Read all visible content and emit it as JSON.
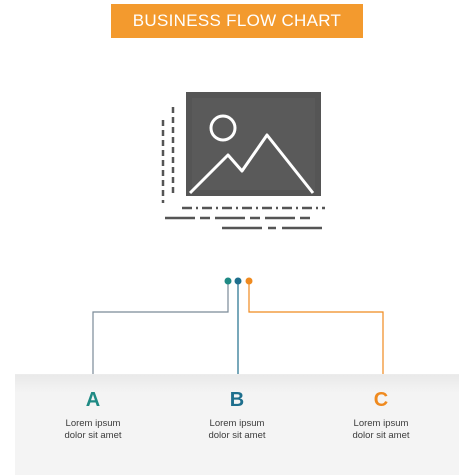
{
  "title": "BUSINESS FLOW CHART",
  "colors": {
    "banner": "#f39a2e",
    "icon": "#555555",
    "step_a": "#1f8a84",
    "step_b": "#1e6f8d",
    "step_c": "#ef8a1f",
    "connector_gray": "#7a8a98"
  },
  "hero_icon": "image-gallery-icon",
  "steps": [
    {
      "letter": "A",
      "line1": "Lorem ipsum",
      "line2": "dolor sit amet"
    },
    {
      "letter": "B",
      "line1": "Lorem ipsum",
      "line2": "dolor sit amet"
    },
    {
      "letter": "C",
      "line1": "Lorem ipsum",
      "line2": "dolor sit amet"
    }
  ]
}
